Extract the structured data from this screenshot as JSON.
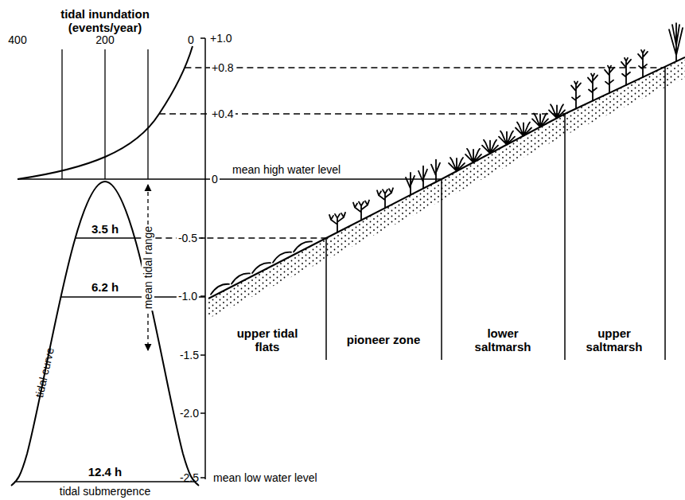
{
  "diagram": {
    "labels": [
      "tidal inundation (events/year)",
      "400",
      "200",
      "0",
      "+1.0",
      "+0.8",
      "+0.4",
      "0",
      "mean high water level",
      "-0.5",
      "-1.0",
      "-1.5",
      "-2.0",
      "-2.5",
      "mean low water level",
      "3.5 h",
      "6.2 h",
      "12.4 h",
      "tidal curve",
      "mean tidal range",
      "tidal submergence",
      "upper tidal flats",
      "pioneer zone",
      "lower saltmarsh",
      "upper saltmarsh"
    ]
  }
}
